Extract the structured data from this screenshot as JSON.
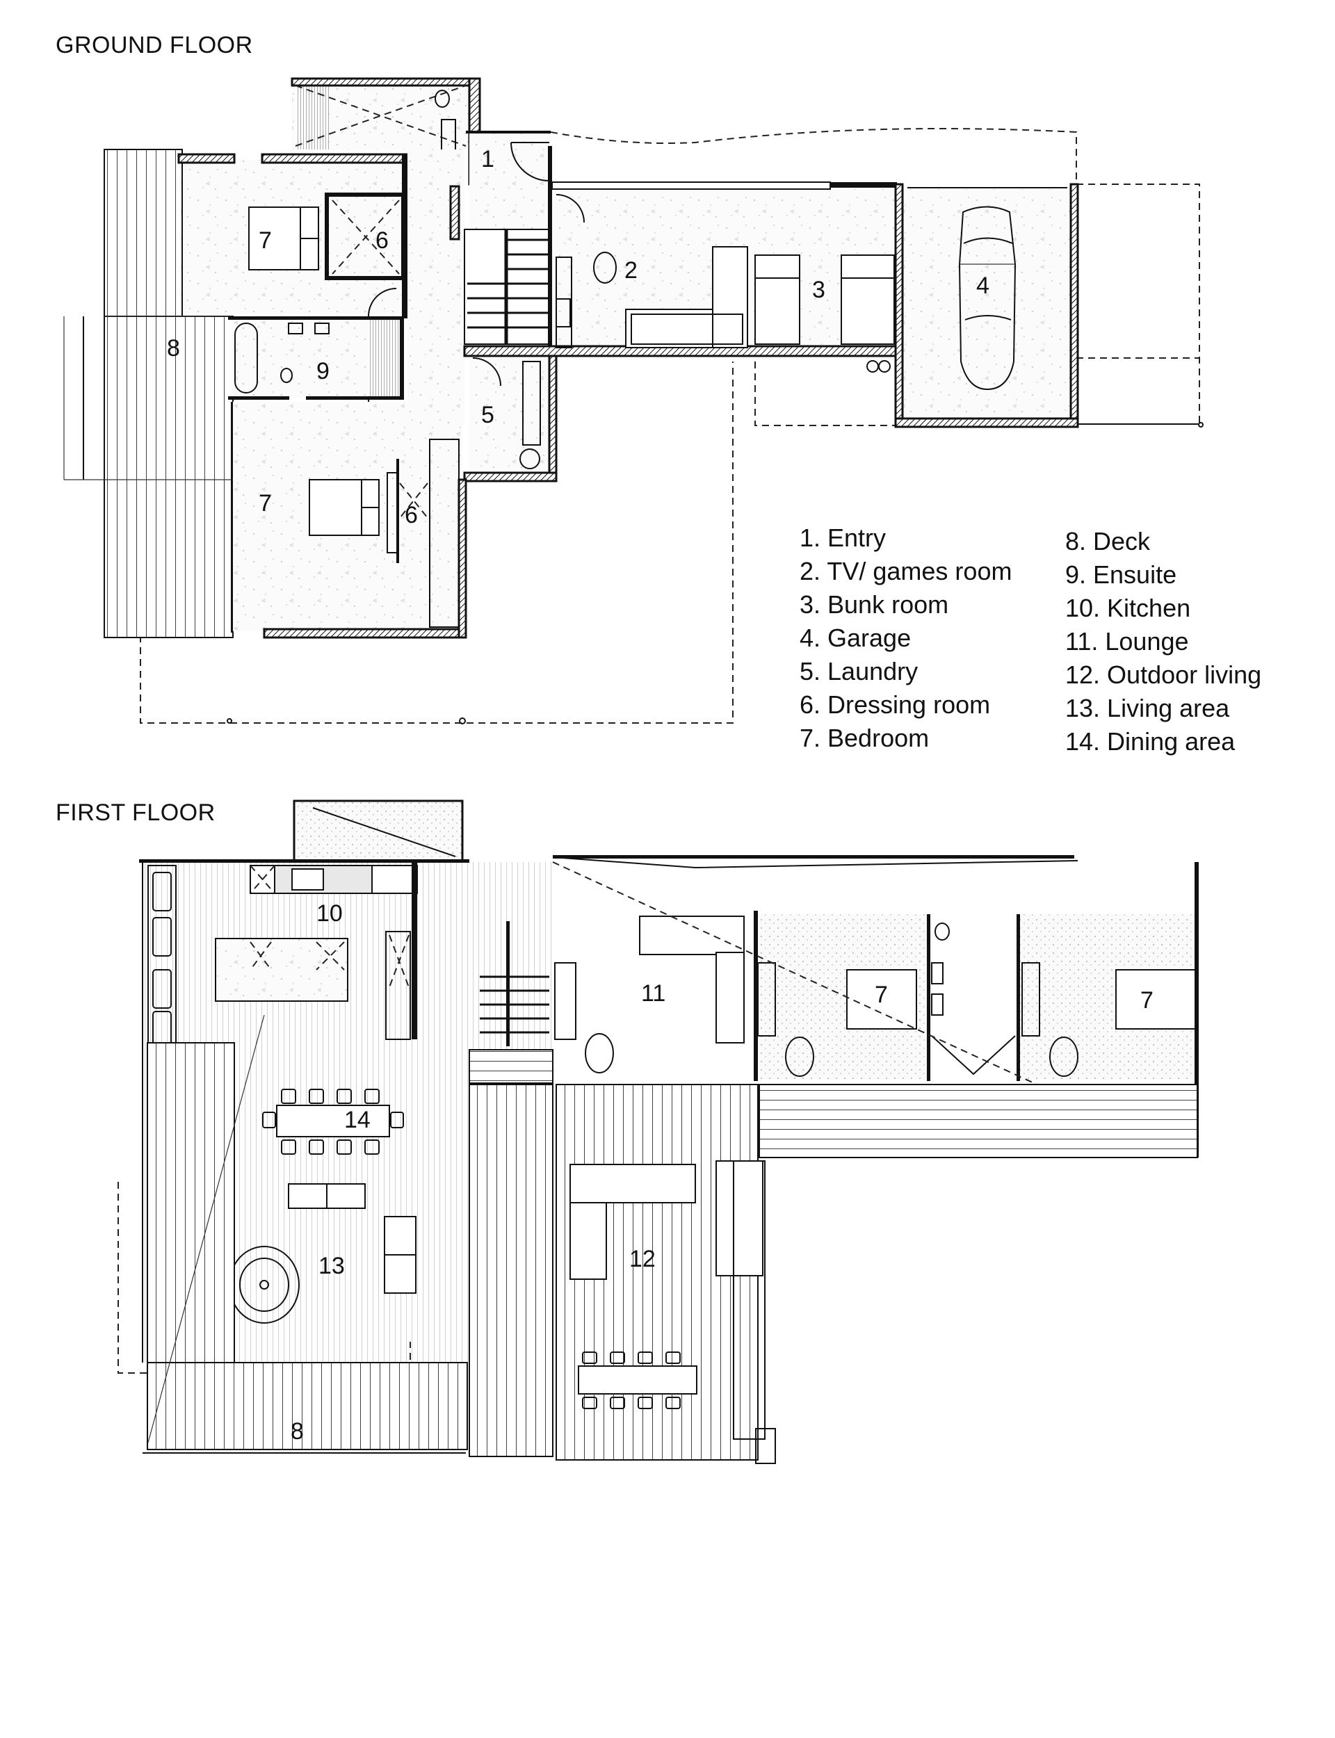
{
  "ground_floor": {
    "title": "GROUND FLOOR",
    "room_labels": {
      "entry": "1",
      "tv_games": "2",
      "bunk": "3",
      "garage": "4",
      "laundry": "5",
      "dressing_upper": "6",
      "dressing_lower": "6",
      "bedroom_upper": "7",
      "bedroom_lower": "7",
      "deck": "8",
      "ensuite": "9"
    }
  },
  "first_floor": {
    "title": "FIRST FLOOR",
    "room_labels": {
      "kitchen": "10",
      "lounge": "11",
      "outdoor_living": "12",
      "living": "13",
      "dining": "14",
      "deck": "8",
      "bedroom_a": "7",
      "bedroom_b": "7"
    }
  },
  "legend": {
    "column_1": [
      "1. Entry",
      "2. TV/ games room",
      "3. Bunk room",
      "4. Garage",
      "5. Laundry",
      "6. Dressing room",
      "7. Bedroom"
    ],
    "column_2": [
      "8. Deck",
      "9. Ensuite",
      "10. Kitchen",
      "11. Lounge",
      "12. Outdoor living",
      "13. Living area",
      "14. Dining area"
    ]
  }
}
